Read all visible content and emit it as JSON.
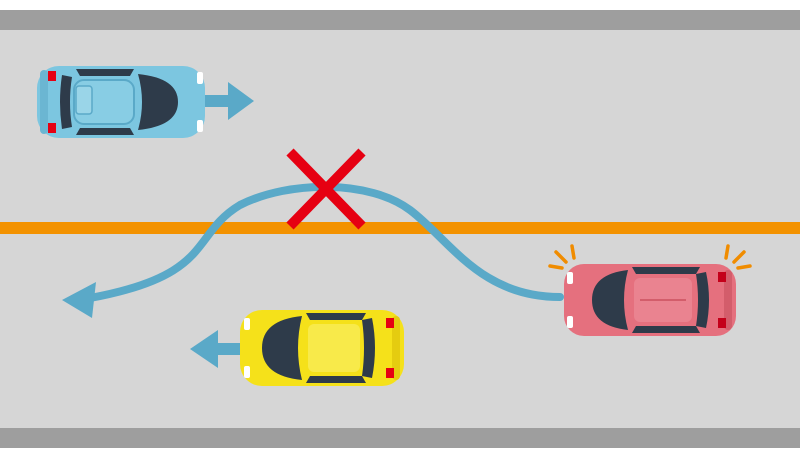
{
  "scene": {
    "description_visible_text": "",
    "colors": {
      "road": "#d6d6d6",
      "road_edge": "#9e9e9e",
      "center_line": "#f39200",
      "path_arrow": "#5aa9c8",
      "cross_mark": "#e60012",
      "hazard_lights": "#f08c00"
    },
    "vehicles": [
      {
        "id": "blue-car",
        "color": "#7cc6e0",
        "heading": "right",
        "lane": "upper"
      },
      {
        "id": "yellow-car",
        "color": "#f5e11a",
        "heading": "left",
        "lane": "lower"
      },
      {
        "id": "red-car",
        "color": "#e5707e",
        "heading": "left",
        "lane": "lower",
        "status": "stopped-with-hazard-lights"
      }
    ],
    "icons": [
      "blue-car-icon",
      "yellow-car-icon",
      "red-car-icon",
      "cross-mark-icon",
      "hazard-light-icon",
      "arrow-icon"
    ]
  }
}
